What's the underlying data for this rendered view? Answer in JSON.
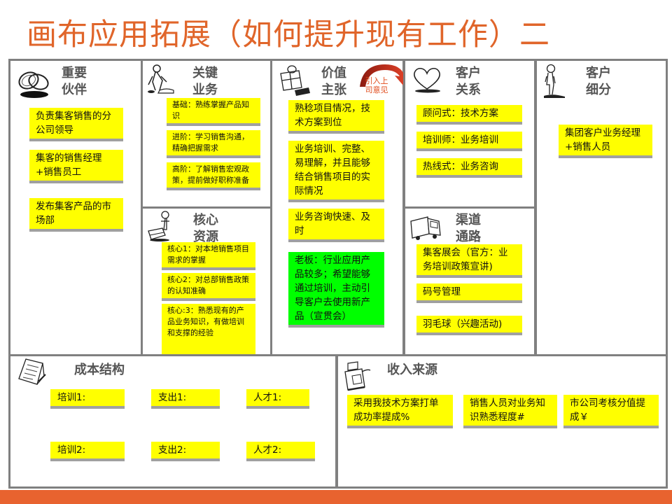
{
  "title": "画布应用拓展（如何提升现有工作）二",
  "colors": {
    "title": "#E0652A",
    "note_yellow": "#FFFF00",
    "note_green": "#00FF00",
    "border": "#808080",
    "footer": "#E8632F",
    "arrow": "#D9341C"
  },
  "blocks": {
    "key_partners": {
      "heading_line1": "重要",
      "heading_line2": "伙伴",
      "icon": "linked-rings-icon",
      "notes": [
        "负责集客销售的分公司领导",
        "集客的销售经理+销售员工",
        "发布集客产品的市场部"
      ]
    },
    "key_activities": {
      "heading_line1": "关键",
      "heading_line2": "业务",
      "icon": "worker-digging-icon",
      "notes": [
        "基础：熟练掌握产品知识",
        "进阶：学习销售沟通，精确把握需求",
        "高阶：了解销售宏观政策，提前做好职称准备"
      ]
    },
    "key_resources": {
      "heading_line1": "核心",
      "heading_line2": "资源",
      "icon": "person-with-cart-icon",
      "notes": [
        "核心1：对本地销售项目需求的掌握",
        "核心2：对总部销售政策的认知准确",
        "核心:3：熟悉现有的产品业务知识，有做培训和支撑的经验"
      ]
    },
    "value_propositions": {
      "heading_line1": "价值",
      "heading_line2": "主张",
      "icon": "gift-box-icon",
      "arrow_label": "引入上司意见",
      "notes": [
        "熟稔项目情况，技术方案到位",
        "业务培训、完整、易理解，并且能够结合销售项目的实际情况",
        "业务咨询快速、及时"
      ],
      "highlight_note": "老板：行业应用产品较多；希望能够通过培训，主动引导客户去使用新产品（宣贯会）"
    },
    "customer_relationships": {
      "heading_line1": "客户",
      "heading_line2": "关系",
      "icon": "heart-icon",
      "notes": [
        "顾问式：技术方案",
        "培训师：业务培训",
        "热线式：业务咨询"
      ]
    },
    "channels": {
      "heading_line1": "渠道",
      "heading_line2": "通路",
      "icon": "delivery-truck-icon",
      "notes": [
        "集客展会（官方：业务培训政策宣讲)",
        "码号管理",
        "羽毛球（兴趣活动)"
      ]
    },
    "customer_segments": {
      "heading_line1": "客户",
      "heading_line2": "细分",
      "icon": "standing-person-icon",
      "notes": [
        "集团客户业务经理+销售人员"
      ]
    },
    "cost_structure": {
      "heading": "成本结构",
      "icon": "document-pages-icon",
      "notes": [
        "培训1:",
        "支出1:",
        "人才1:",
        "培训2:",
        "支出2:",
        "人才2:"
      ]
    },
    "revenue_streams": {
      "heading": "收入来源",
      "icon": "cash-register-icon",
      "notes": [
        "采用我技术方案打单成功率提成%",
        "销售人员对业务知识熟悉程度#",
        "市公司考核分值提成￥"
      ]
    }
  }
}
